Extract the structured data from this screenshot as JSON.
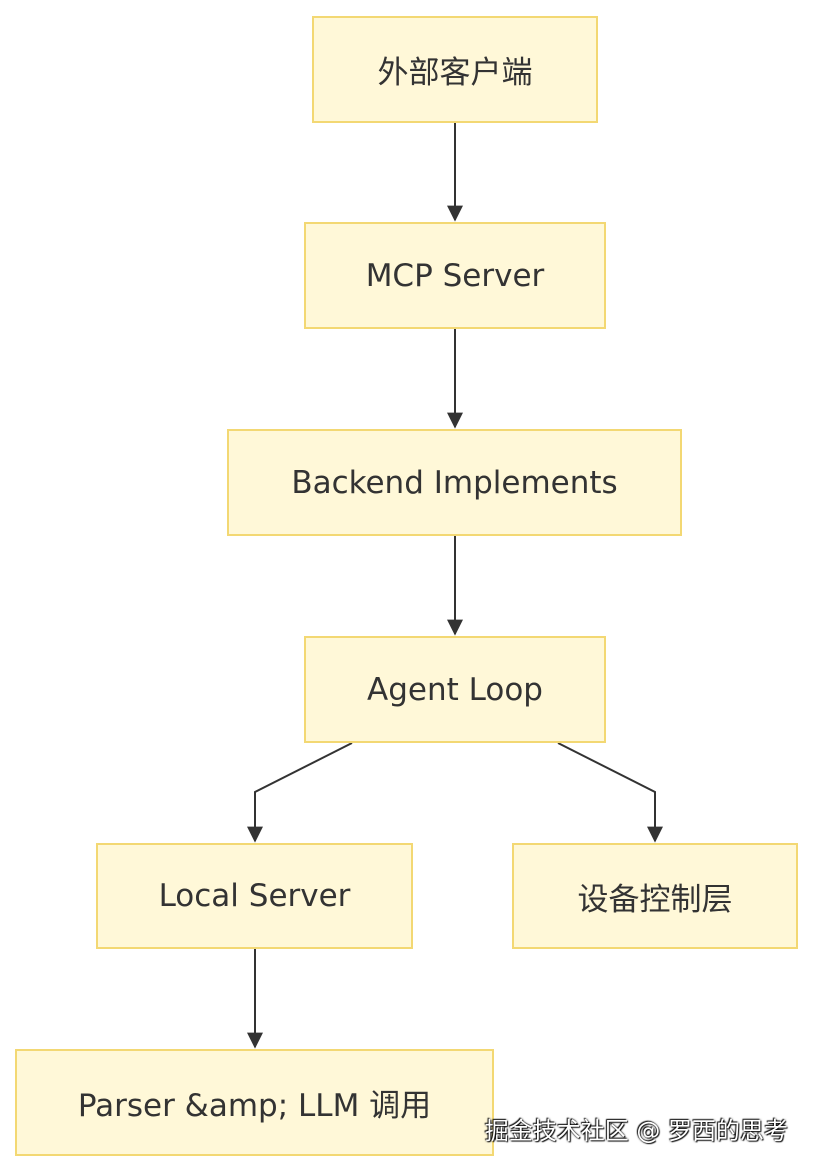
{
  "diagram": {
    "nodes": {
      "external_client": "外部客户端",
      "mcp_server": "MCP Server",
      "backend_implements": "Backend Implements",
      "agent_loop": "Agent Loop",
      "local_server": "Local Server",
      "device_control": "设备控制层",
      "parser_llm": "Parser &amp; LLM 调用"
    }
  },
  "watermark": "掘金技术社区 @ 罗西的思考",
  "colors": {
    "node_fill": "#fff8d8",
    "node_border": "#f3d873",
    "edge": "#333333",
    "text": "#333333"
  }
}
